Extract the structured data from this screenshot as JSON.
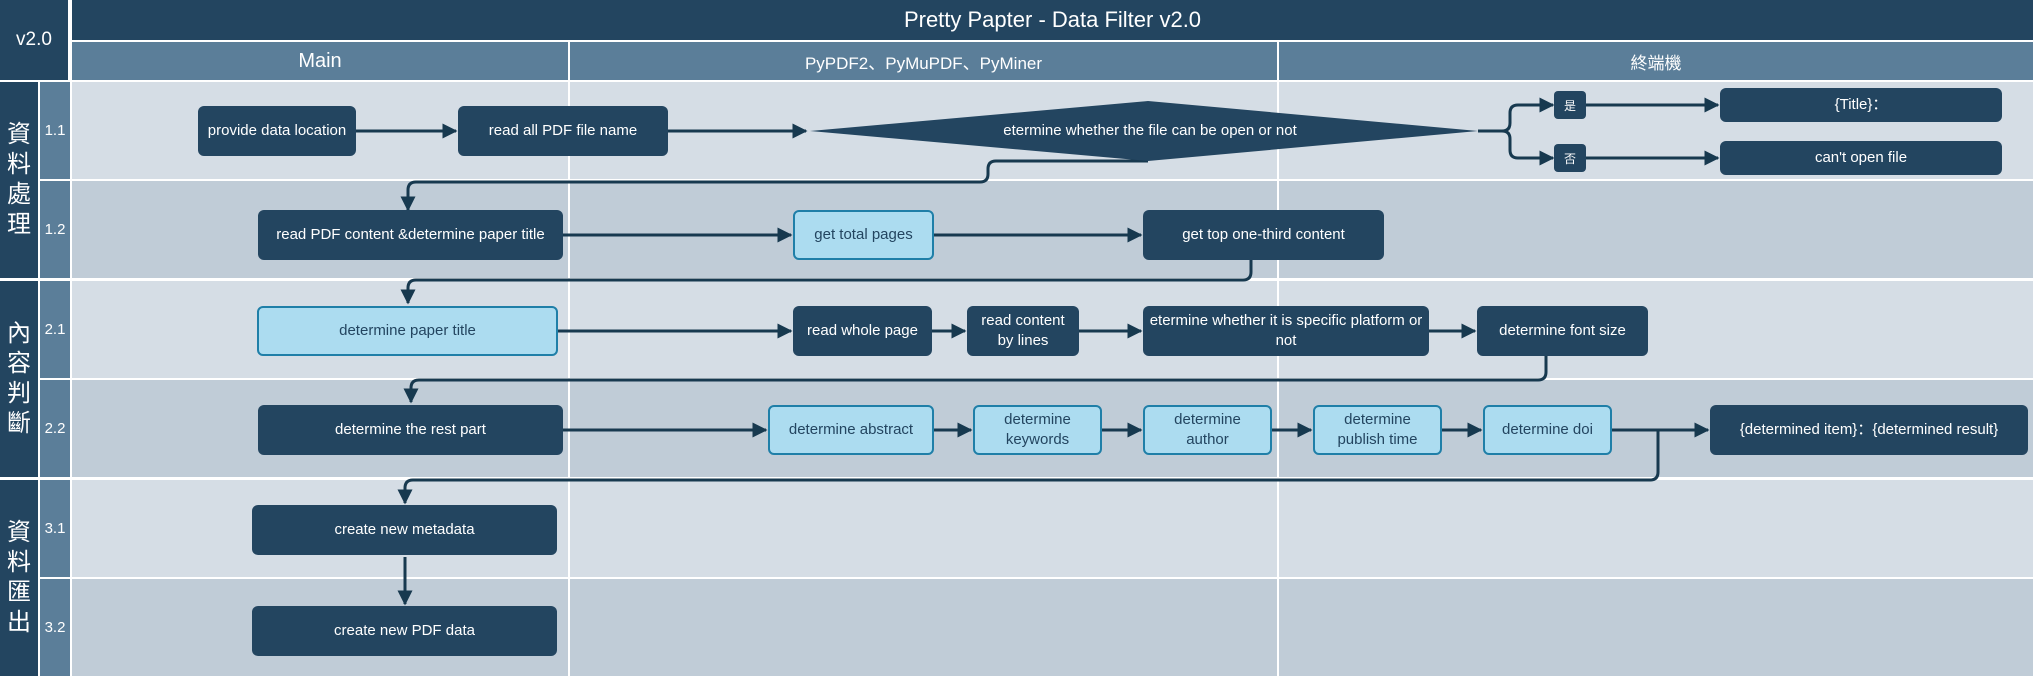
{
  "header": {
    "version": "v2.0",
    "title": "Pretty Papter - Data Filter v2.0",
    "lanes": [
      "Main",
      "PyPDF2、PyMuPDF、PyMiner",
      "終端機"
    ]
  },
  "groups": [
    {
      "label": "資料處理",
      "rows": [
        "1.1",
        "1.2"
      ]
    },
    {
      "label": "內容判斷",
      "rows": [
        "2.1",
        "2.2"
      ]
    },
    {
      "label": "資料匯出",
      "rows": [
        "3.1",
        "3.2"
      ]
    }
  ],
  "nodes": {
    "provide_location": "provide data location",
    "read_names": "read all PDF file name",
    "decision_open": "etermine whether the file can be open or not",
    "yes_tag": "是",
    "no_tag": "否",
    "title_out": "{Title}：",
    "cant_open": "can't open file",
    "read_content": "read PDF content &determine paper title",
    "total_pages": "get total pages",
    "top_third": "get top one-third content",
    "det_title": "determine paper title",
    "read_whole": "read whole page",
    "read_lines": "read content by lines",
    "specific_platform": "etermine whether it is specific platform or not",
    "font_size": "determine font size",
    "rest_part": "determine the rest part",
    "abstract": "determine abstract",
    "keywords": "determine keywords",
    "author": "determine author",
    "publish_time": "determine publish time",
    "doi": "determine doi",
    "det_result": "{determined item}：{determined result}",
    "new_metadata": "create new metadata",
    "new_pdf": "create new PDF data"
  },
  "colors": {
    "dark": "#234560",
    "light_fill": "#acdcf0",
    "light_border": "#1f7fa8",
    "row_a": "#d5dde5",
    "row_b": "#c0ccd7",
    "sub_header": "#5b7e99"
  }
}
